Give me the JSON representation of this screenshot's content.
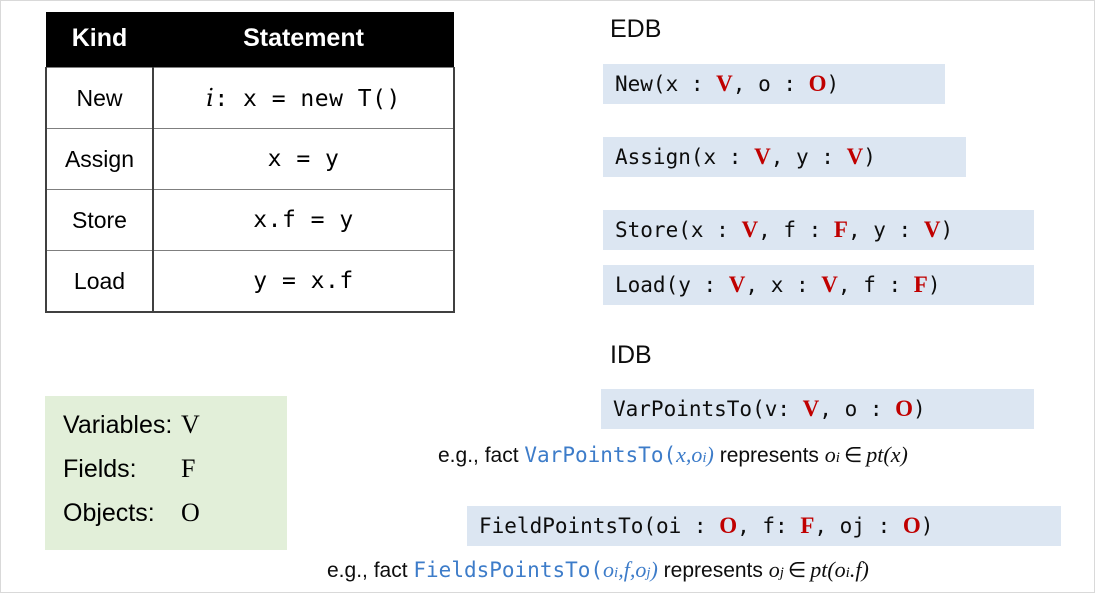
{
  "statement_table": {
    "headers": [
      "Kind",
      "Statement"
    ],
    "rows": [
      {
        "kind": "New",
        "statement_prefix": "i",
        "statement": ": x = new T()"
      },
      {
        "kind": "Assign",
        "statement_prefix": "",
        "statement": "x = y"
      },
      {
        "kind": "Store",
        "statement_prefix": "",
        "statement": "x.f = y"
      },
      {
        "kind": "Load",
        "statement_prefix": "",
        "statement": "y = x.f"
      }
    ]
  },
  "legend": {
    "rows": [
      {
        "label": "Variables:",
        "symbol": "V"
      },
      {
        "label": "Fields:",
        "symbol": "F"
      },
      {
        "label": "Objects:",
        "symbol": "O"
      }
    ],
    "background_color": "#e2efd9"
  },
  "edb": {
    "heading": "EDB",
    "facts": [
      {
        "name": "New",
        "parts": [
          "New(x : ",
          "V",
          ", o : ",
          "O",
          ")"
        ]
      },
      {
        "name": "Assign",
        "parts": [
          "Assign(x : ",
          "V",
          ", y : ",
          "V",
          ")"
        ]
      },
      {
        "name": "Store",
        "parts": [
          "Store(x : ",
          "V",
          ", f : ",
          "F",
          ", y : ",
          "V",
          ")"
        ]
      },
      {
        "name": "Load",
        "parts": [
          "Load(y : ",
          "V",
          ", x : ",
          "V",
          ", f : ",
          "F",
          ")"
        ]
      }
    ]
  },
  "idb": {
    "heading": "IDB",
    "facts": [
      {
        "name": "VarPointsTo",
        "parts": [
          "VarPointsTo(v: ",
          "V",
          ", o : ",
          "O",
          ")"
        ]
      },
      {
        "name": "FieldPointsTo",
        "parts": [
          "FieldPointsTo(oi : ",
          "O",
          ", f: ",
          "F",
          ", oj : ",
          "O",
          ")"
        ]
      }
    ],
    "examples": [
      {
        "prefix": "e.g., fact ",
        "predicate": "VarPointsTo(",
        "arg1": "x",
        "arg1_sub": "",
        "comma": ",",
        "arg2": "o",
        "arg2_sub": "i",
        "close": ")",
        "middle": " represents ",
        "elem": "o",
        "elem_sub": "i",
        "member": "∈",
        "set": "pt(",
        "set_arg": "x",
        "set_arg_sub": "",
        "set_close": ")"
      },
      {
        "prefix": "e.g., fact ",
        "predicate": "FieldsPointsTo(",
        "arg1": "o",
        "arg1_sub": "i",
        "comma": ",",
        "arg_mid": "f",
        "comma2": ",",
        "arg2": "o",
        "arg2_sub": "j",
        "close": ")",
        "middle": " represents ",
        "elem": "o",
        "elem_sub": "j",
        "member": "∈",
        "set": "pt(",
        "set_arg": "o",
        "set_arg_sub": "i",
        "set_dot": ".",
        "set_arg2": "f",
        "set_close": ")"
      }
    ]
  },
  "colors": {
    "fact_box_bg": "#dce6f2",
    "type_red": "#c00000",
    "predicate_blue": "#3d7cc9",
    "legend_green": "#e2efd9",
    "header_black": "#000000"
  }
}
